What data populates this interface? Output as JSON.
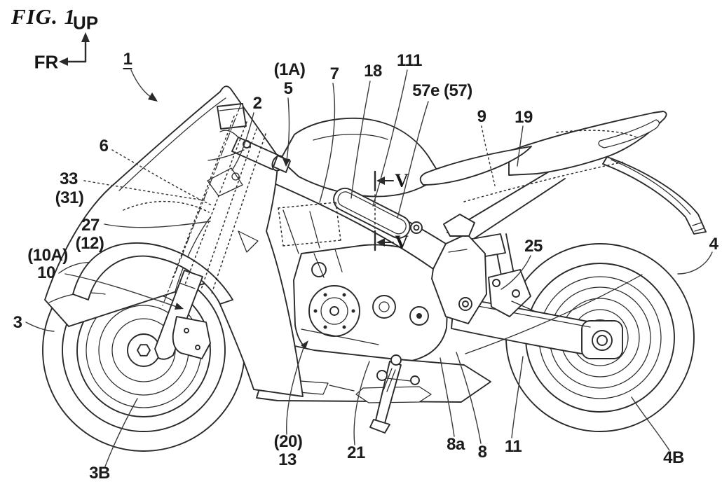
{
  "figure": {
    "title": "FIG. 1"
  },
  "axis": {
    "up": "UP",
    "front": "FR"
  },
  "colors": {
    "line": "#2a2a2a",
    "background": "#ffffff"
  },
  "section_markers": {
    "upper": "V",
    "lower": "V"
  },
  "labels": {
    "n1": {
      "text": "1"
    },
    "n1a": {
      "text": "(1A)"
    },
    "n2": {
      "text": "2"
    },
    "n3": {
      "text": "3"
    },
    "n3b": {
      "text": "3B"
    },
    "n4": {
      "text": "4"
    },
    "n4b": {
      "text": "4B"
    },
    "n5": {
      "text": "5"
    },
    "n6": {
      "text": "6"
    },
    "n7": {
      "text": "7"
    },
    "n8": {
      "text": "8"
    },
    "n8a": {
      "text": "8a"
    },
    "n9": {
      "text": "9"
    },
    "n10": {
      "text": "10"
    },
    "n10a": {
      "text": "(10A)"
    },
    "n11": {
      "text": "11"
    },
    "n12": {
      "text": "(12)"
    },
    "n13": {
      "text": "13"
    },
    "n18": {
      "text": "18"
    },
    "n19": {
      "text": "19"
    },
    "n20": {
      "text": "(20)"
    },
    "n21": {
      "text": "21"
    },
    "n25": {
      "text": "25"
    },
    "n27": {
      "text": "27"
    },
    "n31": {
      "text": "(31)"
    },
    "n33": {
      "text": "33"
    },
    "n57e": {
      "text": "57e (57)"
    },
    "n111": {
      "text": "111"
    }
  }
}
